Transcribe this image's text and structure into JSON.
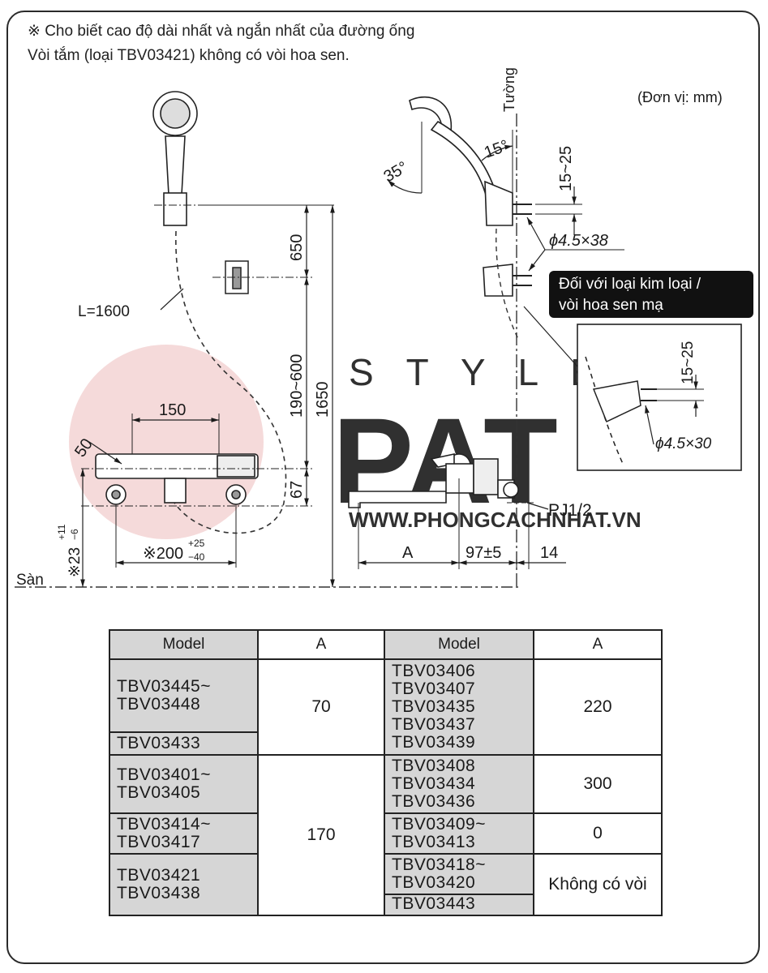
{
  "notes": {
    "line1": "※ Cho biết cao độ dài nhất và ngắn nhất của đường ống",
    "line2": "Vòi tắm (loại TBV03421) không có vòi hoa sen."
  },
  "drawing": {
    "unit": "(Đơn vị: mm)",
    "wall": "Tường",
    "floor": "Sàn",
    "hose_length": "L=1600",
    "dim_650": "650",
    "dim_190_600": "190~600",
    "dim_1650": "1650",
    "dim_67": "67",
    "dim_150": "150",
    "dim_50": "50",
    "dim_23": "※23",
    "dim_23_tol_top": "+11",
    "dim_23_tol_bot": "−6",
    "dim_200": "※200",
    "dim_200_tol_top": "+25",
    "dim_200_tol_bot": "−40",
    "angle_35": "35°",
    "angle_15": "15°",
    "dim_15_25": "15~25",
    "screw_38": "ϕ4.5×38",
    "callout_line1": "Đối với loại kim loại /",
    "callout_line2": "vòi hoa sen mạ",
    "inset_15_25": "15~25",
    "screw_30": "ϕ4.5×30",
    "thread": "PJ1/2",
    "dim_A": "A",
    "dim_97": "97±5",
    "dim_14": "14",
    "watermark_style": "S T Y L E",
    "watermark_pat": "PAT",
    "watermark_url": "WWW.PHONGCACHNHAT.VN"
  },
  "table": {
    "headers": [
      "Model",
      "A",
      "Model",
      "A"
    ],
    "left": [
      {
        "models": [
          "TBV03445~",
          "TBV03448"
        ]
      },
      {
        "models": [
          "TBV03433"
        ]
      },
      {
        "models": [
          "TBV03401~",
          "TBV03405"
        ]
      },
      {
        "models": [
          "TBV03414~",
          "TBV03417"
        ]
      },
      {
        "models": [
          "TBV03421",
          "TBV03438"
        ]
      }
    ],
    "left_values": [
      "70",
      "170"
    ],
    "right": [
      {
        "models": [
          "TBV03406",
          "TBV03407",
          "TBV03435",
          "TBV03437",
          "TBV03439"
        ],
        "a": "220"
      },
      {
        "models": [
          "TBV03408",
          "TBV03434",
          "TBV03436"
        ],
        "a": "300"
      },
      {
        "models": [
          "TBV03409~",
          "TBV03413"
        ],
        "a": "0"
      },
      {
        "models": [
          "TBV03418~",
          "TBV03420"
        ],
        "a": "Không có vòi"
      },
      {
        "models": [
          "TBV03443"
        ]
      }
    ]
  },
  "colors": {
    "watermark_red": "#e8b8b8",
    "watermark_blue": "#c9cde0",
    "callout_bg": "#111111",
    "table_header": "#d6d6d6"
  }
}
